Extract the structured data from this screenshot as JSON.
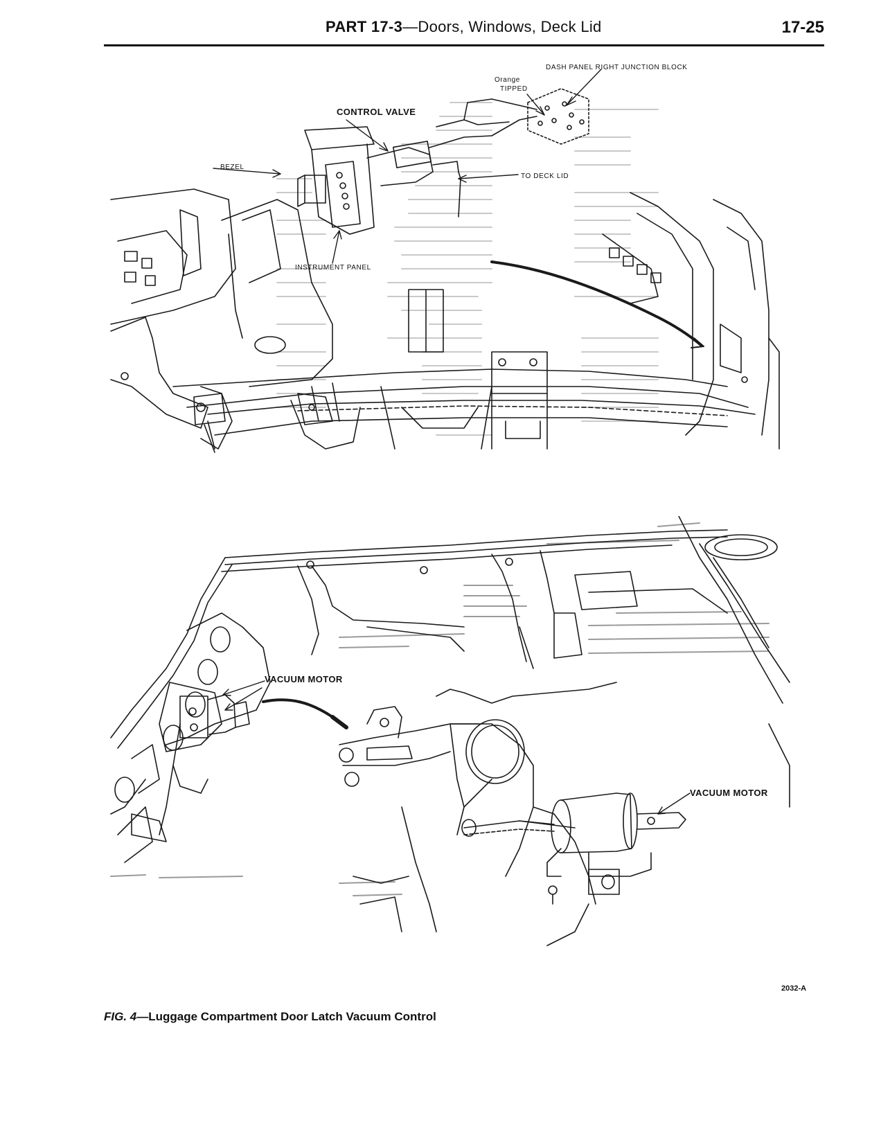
{
  "header": {
    "part": "PART 17-3",
    "title": "—Doors, Windows, Deck Lid",
    "page": "17-25"
  },
  "figure_top": {
    "labels": {
      "junction_block": "DASH PANEL RIGHT JUNCTION BLOCK",
      "orange": "Orange",
      "tipped": "TIPPED",
      "control_valve": "CONTROL VALVE",
      "bezel": "BEZEL",
      "to_deck_lid": "TO DECK LID",
      "instrument_panel": "INSTRUMENT PANEL"
    }
  },
  "figure_bottom": {
    "labels": {
      "vacuum_motor_left": "VACUUM MOTOR",
      "vacuum_motor_right": "VACUUM MOTOR"
    },
    "code": "2032-A"
  },
  "caption": {
    "fig_no": "FIG. 4",
    "text": "—Luggage Compartment Door Latch Vacuum Control"
  }
}
